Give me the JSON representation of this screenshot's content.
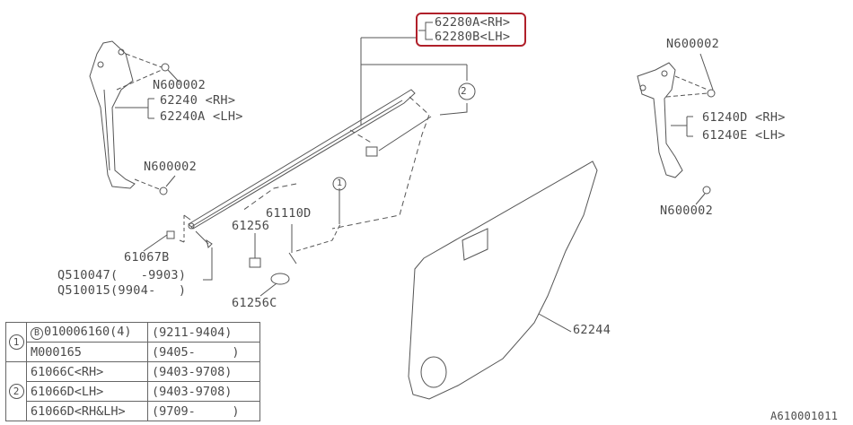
{
  "diagram": {
    "title_code": "A610001011",
    "callouts": {
      "group_2_rh": "62280A<RH>",
      "group_2_lh": "62280B<LH>",
      "ref_2": "2",
      "ref_1": "1",
      "left_regulator_nut_top": "N600002",
      "left_regulator_rh": "62240 <RH>",
      "left_regulator_lh": "62240A <LH>",
      "left_regulator_nut_bottom": "N600002",
      "right_regulator_nut_top": "N600002",
      "right_regulator_rh": "61240D <RH>",
      "right_regulator_lh": "61240E <LH>",
      "right_regulator_nut_bottom": "N600002",
      "clip": "61067B",
      "screw_a": "Q510047(   -9903)",
      "screw_b": "Q510015(9904-   )",
      "bracket": "61256",
      "rod": "61110D",
      "holder": "61256C",
      "trim_panel": "62244"
    },
    "legend_table": {
      "rows": [
        {
          "ref": "1",
          "part_prefix": "B",
          "part": "010006160(4)",
          "range": "(9211-9404)"
        },
        {
          "ref": "",
          "part_prefix": "",
          "part": "M000165",
          "range": "(9405-     )"
        },
        {
          "ref": "2",
          "part_prefix": "",
          "part": "61066C<RH>",
          "range": "(9403-9708)"
        },
        {
          "ref": "",
          "part_prefix": "",
          "part": "61066D<LH>",
          "range": "(9403-9708)"
        },
        {
          "ref": "",
          "part_prefix": "",
          "part": "61066D<RH&LH>",
          "range": "(9709-     )"
        }
      ]
    },
    "colors": {
      "highlight": "#b0202a",
      "line": "#555555"
    }
  }
}
